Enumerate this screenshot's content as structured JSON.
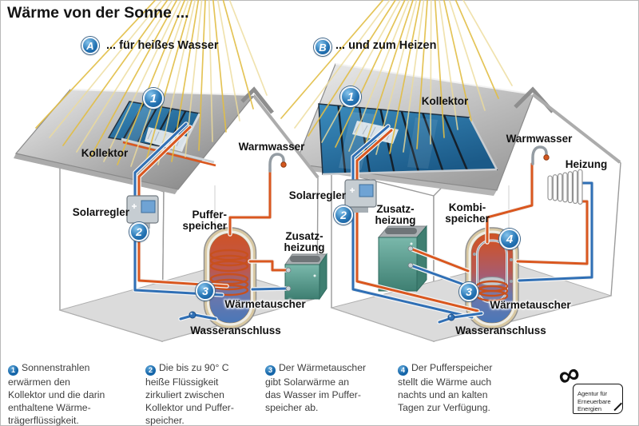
{
  "title": "Wärme von der Sonne ...",
  "sections": {
    "a": {
      "badge": "A",
      "label": "... für heißes Wasser"
    },
    "b": {
      "badge": "B",
      "label": "... und zum Heizen"
    }
  },
  "houses": {
    "a": {
      "badge1": "1",
      "badge2": "2",
      "badge3": "3",
      "labels": {
        "kollektor": "Kollektor",
        "solarregler": "Solarregler",
        "speicher1": "Puffer-",
        "speicher2": "speicher",
        "warmwasser": "Warmwasser",
        "zusatz1": "Zusatz-",
        "zusatz2": "heizung",
        "waermetauscher": "Wärmetauscher",
        "wasseranschluss": "Wasseranschluss"
      }
    },
    "b": {
      "badge1": "1",
      "badge2": "2",
      "badge3": "3",
      "badge4": "4",
      "labels": {
        "kollektor": "Kollektor",
        "solarregler": "Solarregler",
        "speicher1": "Kombi-",
        "speicher2": "speicher",
        "warmwasser": "Warmwasser",
        "heizung": "Heizung",
        "zusatz1": "Zusatz-",
        "zusatz2": "heizung",
        "waermetauscher": "Wärmetauscher",
        "wasseranschluss": "Wasseranschluss"
      }
    }
  },
  "legend": {
    "items": [
      {
        "num": "1",
        "lines": [
          "Sonnenstrahlen",
          "erwärmen den",
          "Kollektor und die darin",
          "enthaltene Wärme-",
          "trägerflüssigkeit."
        ]
      },
      {
        "num": "2",
        "lines": [
          "Die bis zu 90° C",
          "heiße Flüssigkeit",
          "zirkuliert zwischen",
          "Kollektor und Puffer-",
          "speicher."
        ]
      },
      {
        "num": "3",
        "lines": [
          "Der Wärmetauscher",
          "gibt Solarwärme an",
          "das Wasser im Puffer-",
          "speicher ab."
        ]
      },
      {
        "num": "4",
        "lines": [
          "Der Pufferspeicher",
          "stellt die Wärme auch",
          "nachts und an kalten",
          "Tagen zur Verfügung."
        ]
      }
    ]
  },
  "logo": {
    "symbol": "∞",
    "lines": [
      "Agentur für",
      "Erneuerbare",
      "Energien"
    ]
  },
  "colors": {
    "pipe_hot": "#D9571F",
    "pipe_cold": "#2F6FB5",
    "badge_blue": "#1565A8",
    "ray_yellow": "#E4C44C",
    "collector_blue": "#2E7CB0",
    "boiler_teal": "#4F9488",
    "tank_hot": "#CE5226",
    "tank_cold": "#4A77B8",
    "roof_gray": "#ABABAB"
  }
}
